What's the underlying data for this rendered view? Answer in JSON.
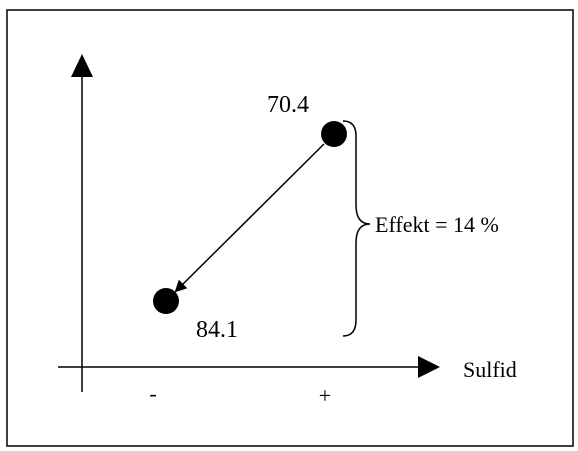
{
  "diagram": {
    "x_axis_label": "Sulfid",
    "tick_minus": "-",
    "tick_plus": "+",
    "point_high": {
      "label": "70.4",
      "level": "+"
    },
    "point_low": {
      "label": "84.1",
      "level": "-"
    },
    "effect_label": "Effekt = 14 %",
    "colors": {
      "ink": "#000000",
      "background": "#ffffff"
    }
  }
}
